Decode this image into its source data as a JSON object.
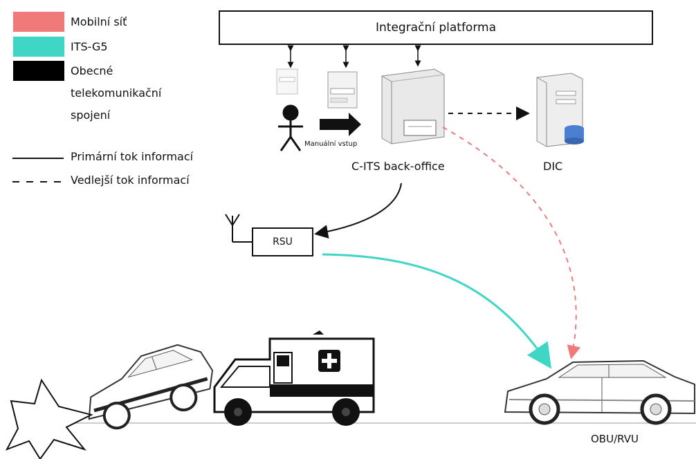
{
  "legend": {
    "items": [
      {
        "label": "Mobilní síť",
        "color": "#f07a7a"
      },
      {
        "label": "ITS-G5",
        "color": "#3fd6c5"
      },
      {
        "label_lines": [
          "Obecné",
          "telekomunikační",
          "spojení"
        ],
        "color": "#000000"
      }
    ],
    "lines": [
      {
        "label": "Primární tok informací",
        "style": "solid"
      },
      {
        "label": "Vedlejší tok informací",
        "style": "dashed"
      }
    ]
  },
  "platform": {
    "label": "Integrační platforma"
  },
  "nodes": {
    "manual_input": "Manuální vstup",
    "back_office": "C-ITS back-office",
    "dic": "DIC",
    "rsu": "RSU",
    "obu": "OBU/RVU"
  },
  "colors": {
    "mobile": "#f07a7a",
    "its_g5": "#3fd6c5",
    "telecom": "#000000"
  }
}
